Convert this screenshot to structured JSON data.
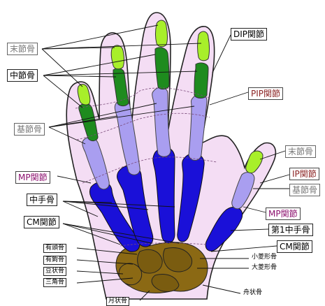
{
  "labels": {
    "distal_phalanx": "末節骨",
    "middle_phalanx": "中節骨",
    "proximal_phalanx": "基節骨",
    "dip_joint": "DIP関節",
    "pip_joint": "PIP関節",
    "mp_joint": "MP関節",
    "metacarpal": "中手骨",
    "cm_joint": "CM関節",
    "thumb_distal": "末節骨",
    "ip_joint": "IP関節",
    "thumb_proximal": "基節骨",
    "thumb_mp_joint": "MP関節",
    "first_metacarpal": "第1中手骨",
    "thumb_cm_joint": "CM関節",
    "capitate": "有頭骨",
    "hamate": "有鉤骨",
    "pisiform": "豆状骨",
    "triquetrum": "三角骨",
    "lunate": "月状骨",
    "trapezoid": "小菱形骨",
    "trapezium": "大菱形骨",
    "scaphoid": "舟状骨"
  },
  "colors": {
    "skin": "#f4ddf4",
    "distal": "#a8ef2a",
    "middle": "#1e8b1e",
    "proximal": "#a99ef0",
    "metacarpal": "#1a10d8",
    "carpal": "#8b6914",
    "outline": "#222222"
  }
}
